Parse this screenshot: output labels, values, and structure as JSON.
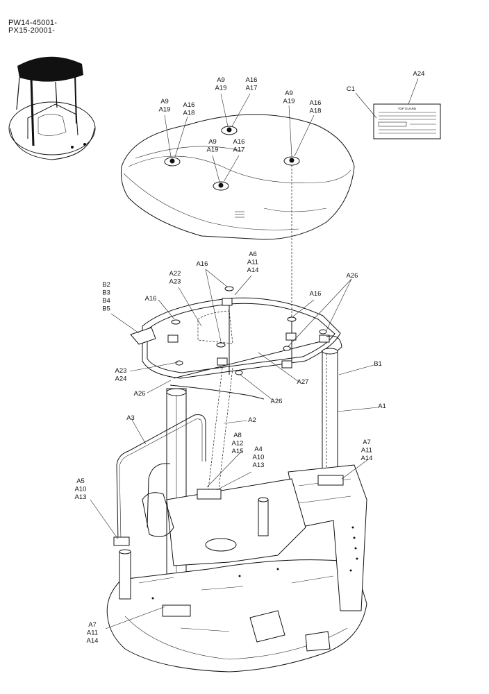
{
  "serials": [
    "PW14-45001-",
    "PX15-20001-"
  ],
  "decal": {
    "title": "TOP GUARD"
  },
  "callouts": [
    {
      "id": "c-a9-a19-1",
      "lines": [
        "A9",
        "A19"
      ]
    },
    {
      "id": "c-a16-a18-1",
      "lines": [
        "A16",
        "A18"
      ]
    },
    {
      "id": "c-a9-a19-2",
      "lines": [
        "A9",
        "A19"
      ]
    },
    {
      "id": "c-a16-a17-1",
      "lines": [
        "A16",
        "A17"
      ]
    },
    {
      "id": "c-a9-a19-3",
      "lines": [
        "A9",
        "A19"
      ]
    },
    {
      "id": "c-a16-a18-2",
      "lines": [
        "A16",
        "A18"
      ]
    },
    {
      "id": "c-a9-a19-4",
      "lines": [
        "A9",
        "A19"
      ]
    },
    {
      "id": "c-a16-a17-2",
      "lines": [
        "A16",
        "A17"
      ]
    },
    {
      "id": "c-c1",
      "lines": [
        "C1"
      ]
    },
    {
      "id": "c-a24-top",
      "lines": [
        "A24"
      ]
    },
    {
      "id": "c-a6",
      "lines": [
        "A6",
        "A11",
        "A14"
      ]
    },
    {
      "id": "c-a16-mid",
      "lines": [
        "A16"
      ]
    },
    {
      "id": "c-a22",
      "lines": [
        "A22",
        "A23"
      ]
    },
    {
      "id": "c-b2",
      "lines": [
        "B2",
        "B3",
        "B4",
        "B5"
      ]
    },
    {
      "id": "c-a16-left",
      "lines": [
        "A16"
      ]
    },
    {
      "id": "c-a16-right",
      "lines": [
        "A16"
      ]
    },
    {
      "id": "c-a26-top",
      "lines": [
        "A26"
      ]
    },
    {
      "id": "c-b1",
      "lines": [
        "B1"
      ]
    },
    {
      "id": "c-a23-a24",
      "lines": [
        "A23",
        "A24"
      ]
    },
    {
      "id": "c-a26-left",
      "lines": [
        "A26"
      ]
    },
    {
      "id": "c-a27",
      "lines": [
        "A27"
      ]
    },
    {
      "id": "c-a26-low",
      "lines": [
        "A26"
      ]
    },
    {
      "id": "c-a1",
      "lines": [
        "A1"
      ]
    },
    {
      "id": "c-a3",
      "lines": [
        "A3"
      ]
    },
    {
      "id": "c-a2",
      "lines": [
        "A2"
      ]
    },
    {
      "id": "c-a8",
      "lines": [
        "A8",
        "A12",
        "A15"
      ]
    },
    {
      "id": "c-a4",
      "lines": [
        "A4",
        "A10",
        "A13"
      ]
    },
    {
      "id": "c-a7-right",
      "lines": [
        "A7",
        "A11",
        "A14"
      ]
    },
    {
      "id": "c-a5",
      "lines": [
        "A5",
        "A10",
        "A13"
      ]
    },
    {
      "id": "c-a7-bottom",
      "lines": [
        "A7",
        "A11",
        "A14"
      ]
    }
  ]
}
